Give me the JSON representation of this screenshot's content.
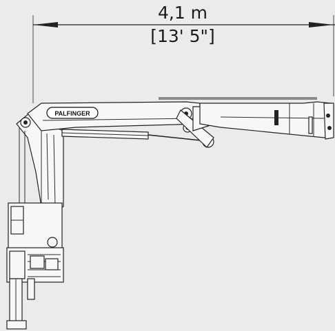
{
  "dimension": {
    "metric": "4,1 m",
    "imperial": "[13' 5\"]"
  },
  "crane": {
    "brand": "PALFINGER"
  },
  "colors": {
    "background": "#ebebeb",
    "line": "#222222"
  }
}
